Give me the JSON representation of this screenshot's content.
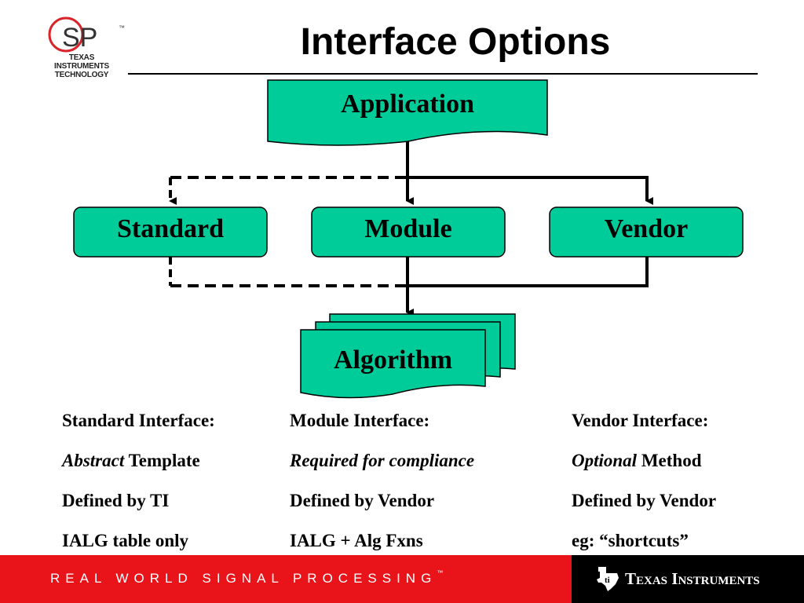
{
  "logo": {
    "mark": "DSP",
    "trademark": "™",
    "line1": "TEXAS INSTRUMENTS",
    "line2": "TECHNOLOGY"
  },
  "title": "Interface Options",
  "nodes": {
    "application": "Application",
    "standard": "Standard",
    "module": "Module",
    "vendor": "Vendor",
    "algorithm": "Algorithm"
  },
  "columns": {
    "standard": {
      "heading": "Standard Interface:",
      "line2_italic": "Abstract",
      "line2_rest": " Template",
      "line3": "Defined by TI",
      "line4": "IALG table only"
    },
    "module": {
      "heading": "Module Interface:",
      "line2_italic": "Required for compliance",
      "line3": "Defined by Vendor",
      "line4": "IALG + Alg Fxns"
    },
    "vendor": {
      "heading": "Vendor Interface:",
      "line2_italic": "Optional",
      "line2_rest": " Method",
      "line3": "Defined by Vendor",
      "line4": "eg: “shortcuts”"
    }
  },
  "footer": {
    "tagline": "Real World Signal Processing",
    "trademark": "™",
    "company": "Texas Instruments"
  },
  "colors": {
    "node_fill": "#00cc99",
    "footer_red": "#e8141a",
    "logo_red": "#d9252a"
  }
}
